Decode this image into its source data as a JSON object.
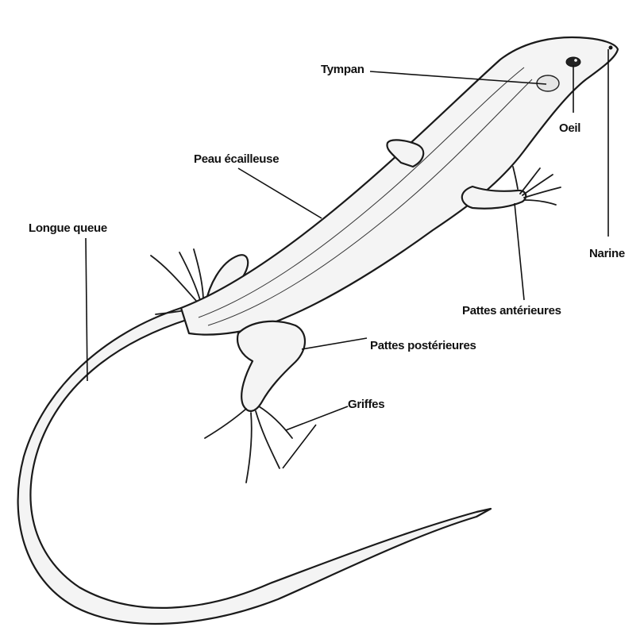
{
  "labels": {
    "tympan": "Tympan",
    "oeil": "Oeil",
    "narine": "Narine",
    "peau": "Peau écailleuse",
    "queue": "Longue queue",
    "pattes_ant": "Pattes antérieures",
    "pattes_post": "Pattes postérieures",
    "griffes": "Griffes"
  },
  "colors": {
    "ink": "#111111",
    "paper": "#ffffff",
    "body_fill": "#f4f4f4"
  }
}
